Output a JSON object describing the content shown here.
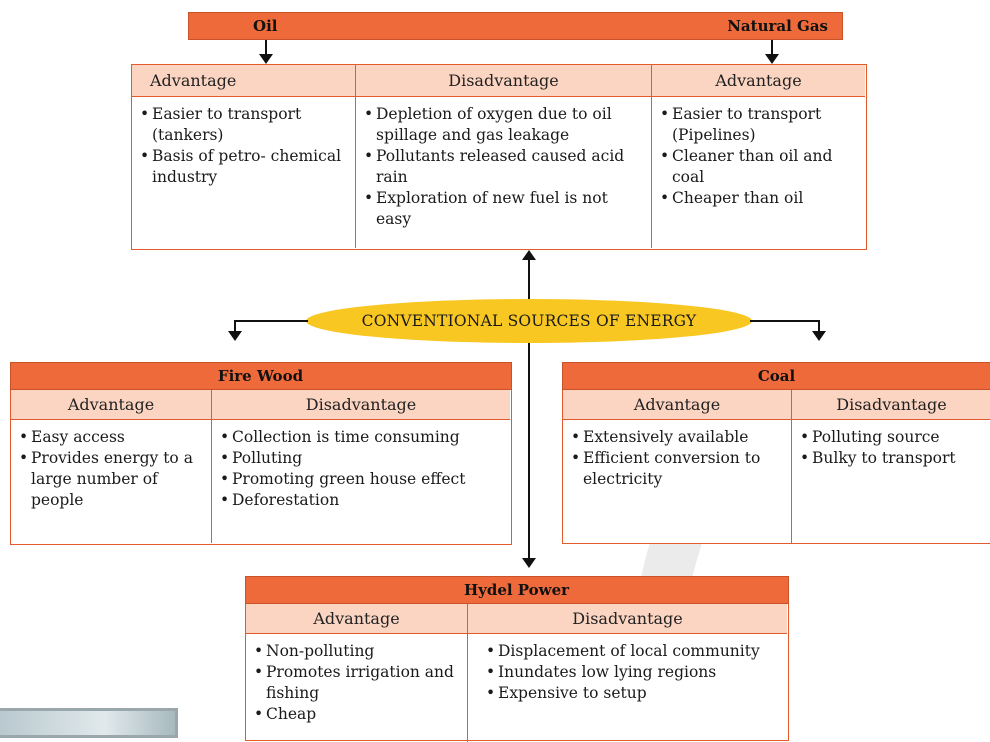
{
  "top": {
    "left_title": "Oil",
    "right_title": "Natural Gas",
    "col1_header": "Advantage",
    "col2_header": "Disadvantage",
    "col3_header": "Advantage",
    "oil_advantages": [
      "Easier to transport (tankers)",
      "Basis of petro- chemical industry"
    ],
    "oil_disadvantages": [
      "Depletion of oxygen due to oil spillage and gas leakage",
      "Pollutants released caused acid rain",
      "Exploration of new fuel is not easy"
    ],
    "gas_advantages": [
      "Easier to transport (Pipelines)",
      "Cleaner than oil and coal",
      "Cheaper than oil"
    ]
  },
  "center": {
    "label": "CONVENTIONAL SOURCES OF ENERGY"
  },
  "firewood": {
    "title": "Fire Wood",
    "adv_header": "Advantage",
    "dis_header": "Disadvantage",
    "advantages": [
      "Easy access",
      "Provides energy to a large number of people"
    ],
    "disadvantages": [
      "Collection is time consuming",
      "Polluting",
      "Promoting green house effect",
      "Deforestation"
    ]
  },
  "coal": {
    "title": "Coal",
    "adv_header": "Advantage",
    "dis_header": "Disadvantage",
    "advantages": [
      "Extensively available",
      "Efficient conversion to electricity"
    ],
    "disadvantages": [
      "Polluting source",
      "Bulky to transport"
    ]
  },
  "hydel": {
    "title": "Hydel Power",
    "adv_header": "Advantage",
    "dis_header": "Disadvantage",
    "advantages": [
      "Non-polluting",
      "Promotes irrigation and fishing",
      "Cheap"
    ],
    "disadvantages": [
      "Displacement of local community",
      "Inundates low lying regions",
      "Expensive to setup"
    ]
  },
  "colors": {
    "header_orange": "#ef6a3a",
    "subheader_peach": "#fcd5c2",
    "ellipse_yellow": "#f8c722",
    "border": "#e35a2c"
  }
}
